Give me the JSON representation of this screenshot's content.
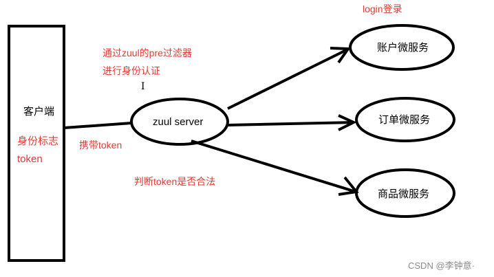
{
  "diagram": {
    "client": {
      "label": "客户端",
      "identity_label_line1": "身份标志",
      "identity_label_line2": "token"
    },
    "gateway": {
      "label": "zuul server"
    },
    "services": [
      {
        "label": "账户微服务"
      },
      {
        "label": "订单微服务"
      },
      {
        "label": "商品微服务"
      }
    ],
    "annotations": {
      "login": "login登录",
      "filter_line1": "通过zuul的pre过滤器",
      "filter_line2": "进行身份认证",
      "carry_token": "携带token",
      "validate_token": "判断token是否合法"
    },
    "cursor_glyph": "I",
    "watermark": "CSDN @李钟意·",
    "colors": {
      "line": "#000000",
      "annotation": "#e53935",
      "text": "#000000",
      "watermark": "#8a8a8a"
    }
  }
}
